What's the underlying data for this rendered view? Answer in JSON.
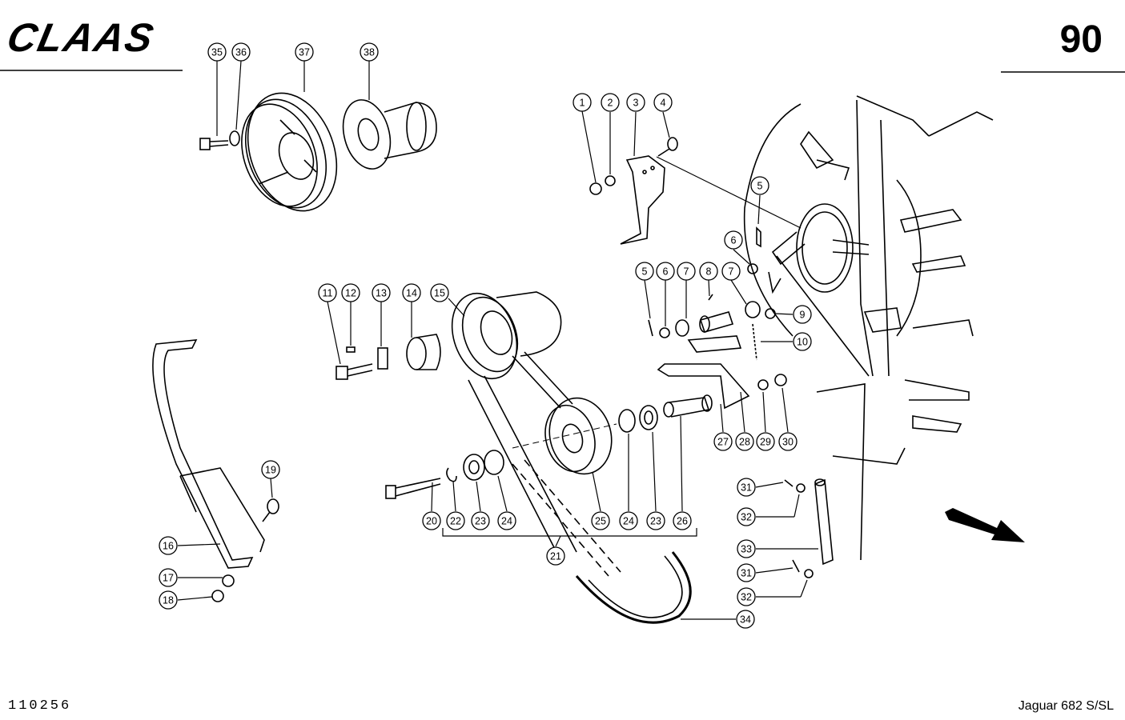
{
  "header": {
    "brand": "CLAAS",
    "page_number": "90"
  },
  "footer": {
    "drawing_number": "110256",
    "model": "Jaguar 682 S/SL"
  },
  "callouts": [
    {
      "id": "c35",
      "label": "35"
    },
    {
      "id": "c36",
      "label": "36"
    },
    {
      "id": "c37",
      "label": "37"
    },
    {
      "id": "c38",
      "label": "38"
    },
    {
      "id": "c1",
      "label": "1"
    },
    {
      "id": "c2",
      "label": "2"
    },
    {
      "id": "c3",
      "label": "3"
    },
    {
      "id": "c4",
      "label": "4"
    },
    {
      "id": "c5a",
      "label": "5"
    },
    {
      "id": "c6a",
      "label": "6"
    },
    {
      "id": "c5b",
      "label": "5"
    },
    {
      "id": "c6b",
      "label": "6"
    },
    {
      "id": "c7a",
      "label": "7"
    },
    {
      "id": "c8",
      "label": "8"
    },
    {
      "id": "c7b",
      "label": "7"
    },
    {
      "id": "c9",
      "label": "9"
    },
    {
      "id": "c10",
      "label": "10"
    },
    {
      "id": "c11",
      "label": "11"
    },
    {
      "id": "c12",
      "label": "12"
    },
    {
      "id": "c13",
      "label": "13"
    },
    {
      "id": "c14",
      "label": "14"
    },
    {
      "id": "c15",
      "label": "15"
    },
    {
      "id": "c27",
      "label": "27"
    },
    {
      "id": "c28",
      "label": "28"
    },
    {
      "id": "c29",
      "label": "29"
    },
    {
      "id": "c30",
      "label": "30"
    },
    {
      "id": "c19",
      "label": "19"
    },
    {
      "id": "c16",
      "label": "16"
    },
    {
      "id": "c17",
      "label": "17"
    },
    {
      "id": "c18",
      "label": "18"
    },
    {
      "id": "c20",
      "label": "20"
    },
    {
      "id": "c22",
      "label": "22"
    },
    {
      "id": "c23a",
      "label": "23"
    },
    {
      "id": "c24a",
      "label": "24"
    },
    {
      "id": "c25",
      "label": "25"
    },
    {
      "id": "c24b",
      "label": "24"
    },
    {
      "id": "c23b",
      "label": "23"
    },
    {
      "id": "c26",
      "label": "26"
    },
    {
      "id": "c21",
      "label": "21"
    },
    {
      "id": "c31a",
      "label": "31"
    },
    {
      "id": "c32a",
      "label": "32"
    },
    {
      "id": "c33",
      "label": "33"
    },
    {
      "id": "c31b",
      "label": "31"
    },
    {
      "id": "c32b",
      "label": "32"
    },
    {
      "id": "c34",
      "label": "34"
    }
  ]
}
